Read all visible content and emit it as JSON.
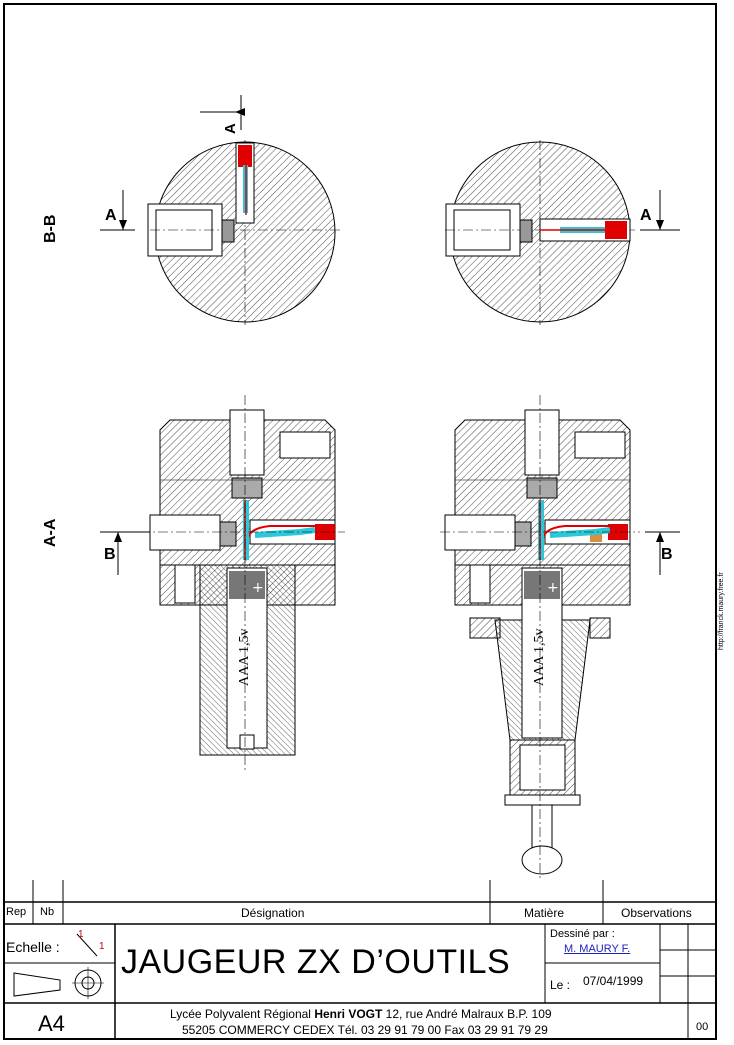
{
  "views": {
    "section_bb_label": "B-B",
    "section_aa_label": "A-A",
    "arrow_a_top": "A",
    "arrow_a_left": "A",
    "arrow_a_right": "A",
    "arrow_b_left": "B",
    "arrow_b_right": "B",
    "battery_label_left": "AAA 1,5v",
    "battery_label_right": "AAA 1,5v"
  },
  "website": "http://franck.maury.free.fr",
  "title_block": {
    "headers": {
      "rep": "Rep",
      "nb": "Nb",
      "designation": "Désignation",
      "matiere": "Matière",
      "observations": "Observations"
    },
    "echelle_label": "Echelle :",
    "scale_num": "1",
    "scale_den": "1",
    "title": "JAUGEUR ZX D’OUTILS",
    "dessine_par_label": "Dessiné par :",
    "author": "M. MAURY F.",
    "le_label": "Le :",
    "date": "07/04/1999",
    "format": "A4",
    "school_line1_pre": "Lycée Polyvalent Régional ",
    "school_name": "Henri VOGT",
    "school_line1_post": " 12, rue André Malraux B.P. 109",
    "school_line2": "55205 COMMERCY CEDEX Tél. 03 29 91 79 00 Fax 03 29 91 79 29",
    "revision": "00"
  }
}
